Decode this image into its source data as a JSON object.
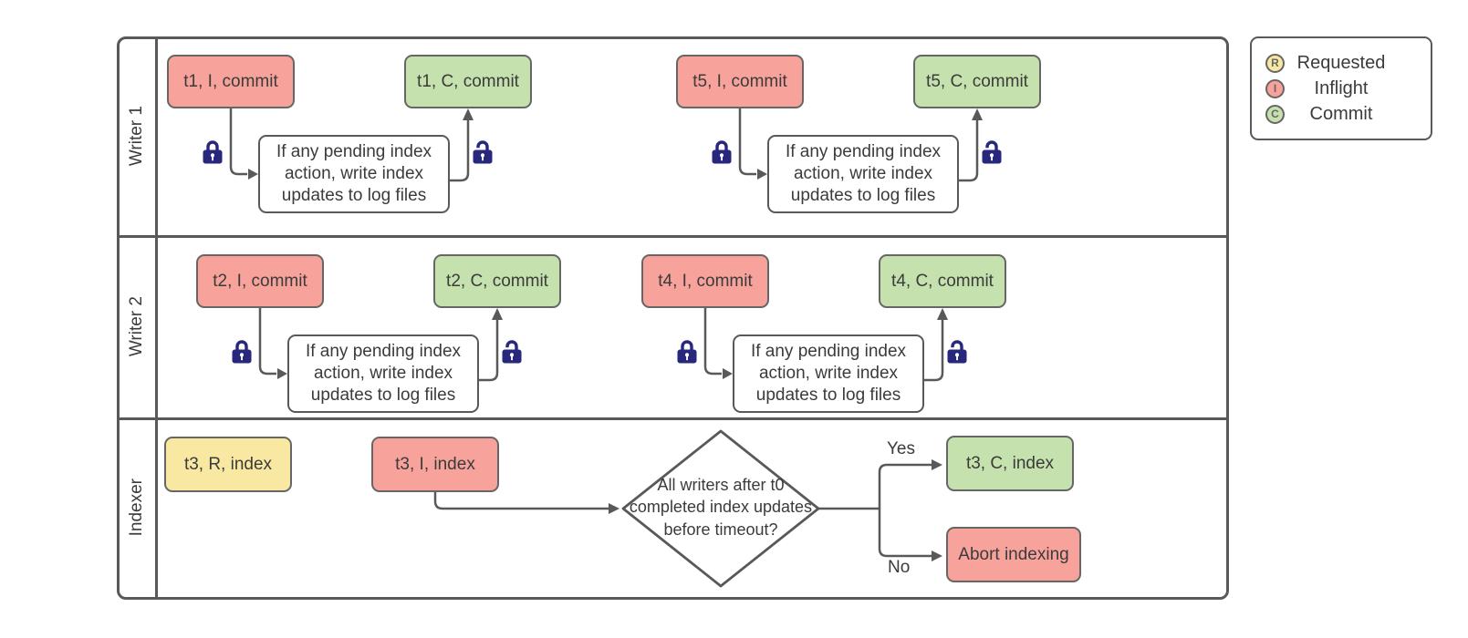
{
  "lanes": [
    {
      "label": "Writer 1"
    },
    {
      "label": "Writer 2"
    },
    {
      "label": "Indexer"
    }
  ],
  "writer_units": [
    {
      "lane": "Writer 1",
      "start": "t1, I, commit",
      "process": "If any pending index action, write index updates to log files",
      "end": "t1, C, commit"
    },
    {
      "lane": "Writer 1",
      "start": "t5, I, commit",
      "process": "If any pending index action, write index updates to log files",
      "end": "t5, C, commit"
    },
    {
      "lane": "Writer 2",
      "start": "t2, I, commit",
      "process": "If any pending index action, write index updates to log files",
      "end": "t2, C, commit"
    },
    {
      "lane": "Writer 2",
      "start": "t4, I, commit",
      "process": "If any pending index action, write index updates to log files",
      "end": "t4, C, commit"
    }
  ],
  "indexer": {
    "requested": "t3, R, index",
    "inflight": "t3, I, index",
    "decision": "All writers after t0 completed index updates before timeout?",
    "yes_label": "Yes",
    "no_label": "No",
    "commit": "t3, C, index",
    "abort": "Abort indexing"
  },
  "legend": {
    "items": [
      {
        "badge": "R",
        "label": "Requested"
      },
      {
        "badge": "I",
        "label": "Inflight"
      },
      {
        "badge": "C",
        "label": "Commit"
      }
    ]
  },
  "icons": {
    "closed_lock": "lock-closed-icon",
    "open_lock": "lock-open-icon",
    "arrowhead": "arrowhead-icon"
  },
  "colors": {
    "requested": "#f8e8a2",
    "inflight": "#f7a29a",
    "commit": "#c5e1ad",
    "line": "#595959",
    "box_border": "#666666",
    "lock": "#28277e",
    "text": "#3b3b3b"
  }
}
